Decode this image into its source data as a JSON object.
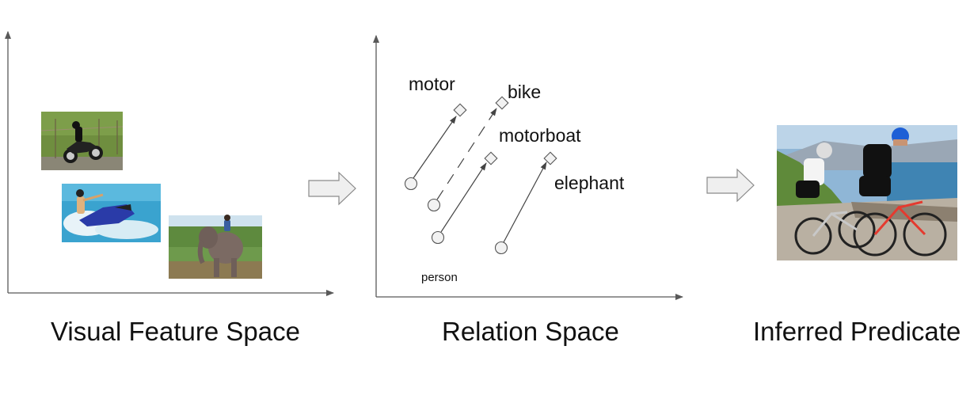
{
  "panels": {
    "visual": {
      "caption": "Visual Feature Space",
      "images": [
        "motorcycle",
        "jet-ski",
        "elephant"
      ]
    },
    "relation": {
      "caption": "Relation Space",
      "subject_label": "person",
      "objects": [
        {
          "label": "motor"
        },
        {
          "label": "bike"
        },
        {
          "label": "motorboat"
        },
        {
          "label": "elephant"
        }
      ]
    },
    "inferred": {
      "caption": "Inferred Predicate",
      "image": "cyclists"
    }
  },
  "colors": {
    "axis": "#595959",
    "arrow_fill": "#efefef",
    "arrow_stroke": "#8a8a8a",
    "text": "#111111"
  }
}
